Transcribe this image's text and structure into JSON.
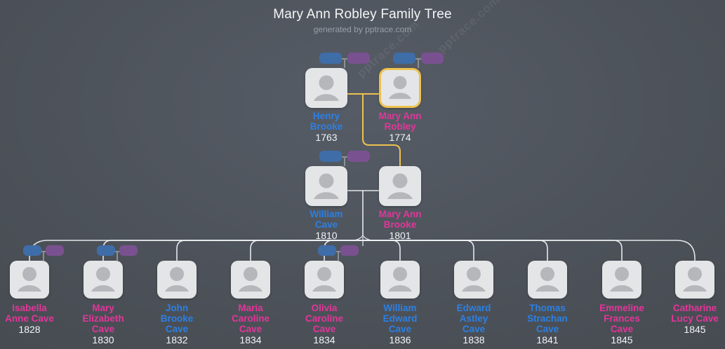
{
  "header": {
    "title": "Mary Ann Robley Family Tree",
    "subtitle": "generated by pptrace.com"
  },
  "watermark": "pptrace.com",
  "colors": {
    "background": "#4a4f56",
    "male_name": "#2b80e4",
    "female_name": "#e4359a",
    "highlight_path": "#eec14e",
    "connector_line": "#f0f2f4",
    "card": "#e4e5e7",
    "silhouette": "#b6b7ba",
    "chip_male": "#3e6da7",
    "chip_female": "#7a5190",
    "year_text": "#f2f4f6"
  },
  "people": [
    {
      "name": "Henry\nBrooke",
      "year": "1763",
      "sex": "male",
      "generation": "grandparents",
      "highlighted": false,
      "spouse_indicator": true
    },
    {
      "name": "Mary Ann\nRobley",
      "year": "1774",
      "sex": "female",
      "generation": "grandparents",
      "highlighted": true,
      "spouse_indicator": true
    },
    {
      "name": "William\nCave",
      "year": "1810",
      "sex": "male",
      "generation": "parents",
      "highlighted": false,
      "spouse_indicator": true
    },
    {
      "name": "Mary Ann\nBrooke",
      "year": "1801",
      "sex": "female",
      "generation": "parents",
      "highlighted": false,
      "spouse_indicator": false
    },
    {
      "name": "Isabella\nAnne Cave",
      "year": "1828",
      "sex": "female",
      "generation": "children",
      "highlighted": false,
      "spouse_indicator": true
    },
    {
      "name": "Mary\nElizabeth\nCave",
      "year": "1830",
      "sex": "female",
      "generation": "children",
      "highlighted": false,
      "spouse_indicator": true
    },
    {
      "name": "John\nBrooke\nCave",
      "year": "1832",
      "sex": "male",
      "generation": "children",
      "highlighted": false,
      "spouse_indicator": false
    },
    {
      "name": "Maria\nCaroline\nCave",
      "year": "1834",
      "sex": "female",
      "generation": "children",
      "highlighted": false,
      "spouse_indicator": false
    },
    {
      "name": "Olivia\nCaroline\nCave",
      "year": "1834",
      "sex": "female",
      "generation": "children",
      "highlighted": false,
      "spouse_indicator": true
    },
    {
      "name": "William\nEdward\nCave",
      "year": "1836",
      "sex": "male",
      "generation": "children",
      "highlighted": false,
      "spouse_indicator": false
    },
    {
      "name": "Edward\nAstley\nCave",
      "year": "1838",
      "sex": "male",
      "generation": "children",
      "highlighted": false,
      "spouse_indicator": false
    },
    {
      "name": "Thomas\nStrachan\nCave",
      "year": "1841",
      "sex": "male",
      "generation": "children",
      "highlighted": false,
      "spouse_indicator": false
    },
    {
      "name": "Emmeline\nFrances\nCave",
      "year": "1845",
      "sex": "female",
      "generation": "children",
      "highlighted": false,
      "spouse_indicator": false
    },
    {
      "name": "Catharine\nLucy Cave",
      "year": "1845",
      "sex": "female",
      "generation": "children",
      "highlighted": false,
      "spouse_indicator": false
    }
  ]
}
